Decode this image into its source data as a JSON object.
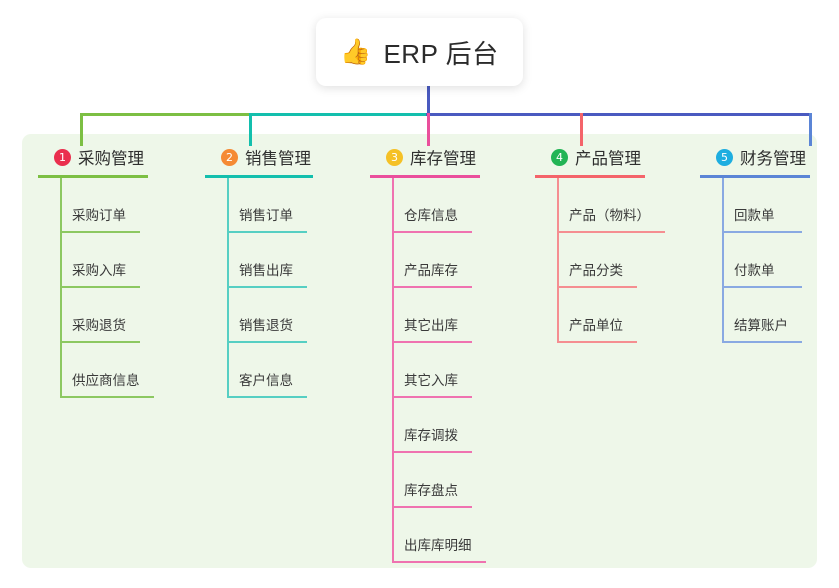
{
  "root": {
    "icon": "thumbs-up-icon",
    "emoji": "👍",
    "title": "ERP 后台"
  },
  "colors": {
    "panel_bg": "#eef7e9",
    "bus_green": "#7cbf43",
    "bus_teal": "#13bfad",
    "bus_blue": "#4a5ac0",
    "col1": "#7cbf43",
    "col2": "#13bfad",
    "col3": "#ea4f9c",
    "col4": "#f4646a",
    "col5": "#5b85d6",
    "badge1": "#ea2f4e",
    "badge2": "#f58a34",
    "badge3": "#f5c126",
    "badge4": "#22b455",
    "badge5": "#1eaee0"
  },
  "columns": [
    {
      "number": "1",
      "title": "采购管理",
      "items": [
        "采购订单",
        "采购入库",
        "采购退货",
        "供应商信息"
      ]
    },
    {
      "number": "2",
      "title": "销售管理",
      "items": [
        "销售订单",
        "销售出库",
        "销售退货",
        "客户信息"
      ]
    },
    {
      "number": "3",
      "title": "库存管理",
      "items": [
        "仓库信息",
        "产品库存",
        "其它出库",
        "其它入库",
        "库存调拨",
        "库存盘点",
        "出库库明细"
      ]
    },
    {
      "number": "4",
      "title": "产品管理",
      "items": [
        "产品（物料）",
        "产品分类",
        "产品单位"
      ]
    },
    {
      "number": "5",
      "title": "财务管理",
      "items": [
        "回款单",
        "付款单",
        "结算账户"
      ]
    }
  ]
}
